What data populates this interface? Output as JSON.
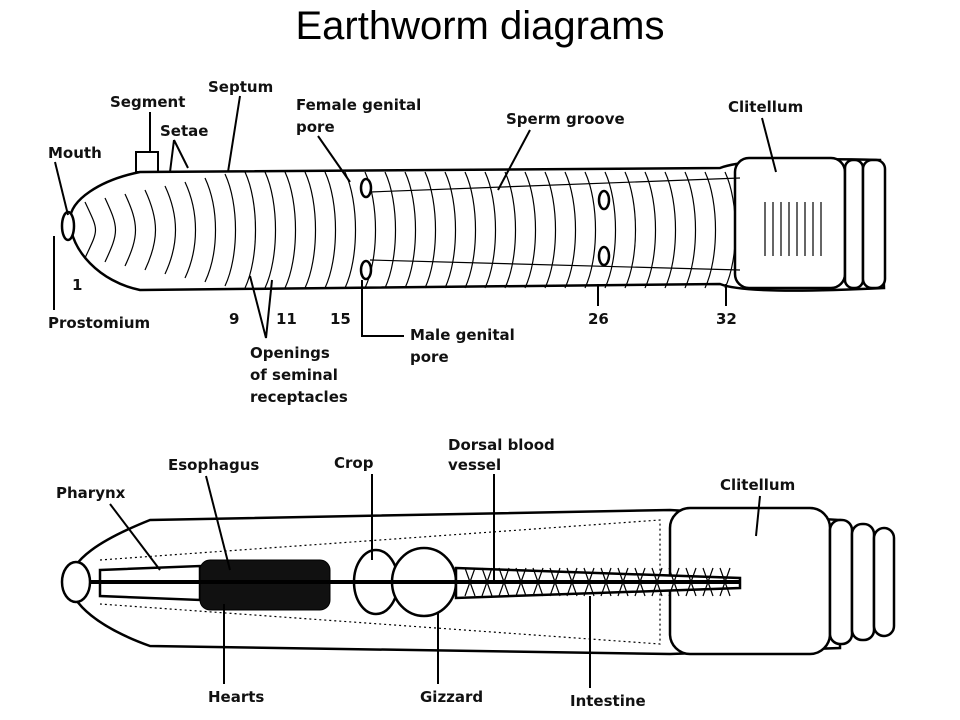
{
  "title": "Earthworm diagrams",
  "external": {
    "labels": {
      "mouth": "Mouth",
      "segment": "Segment",
      "setae": "Setae",
      "septum": "Septum",
      "female_pore_1": "Female genital",
      "female_pore_2": "pore",
      "sperm_groove": "Sperm groove",
      "clitellum": "Clitellum",
      "prostomium": "Prostomium",
      "openings_1": "Openings",
      "openings_2": "of seminal",
      "openings_3": "receptacles",
      "male_pore_1": "Male genital",
      "male_pore_2": "pore"
    },
    "segment_numbers": {
      "n1": "1",
      "n9": "9",
      "n11": "11",
      "n15": "15",
      "n26": "26",
      "n32": "32"
    }
  },
  "internal": {
    "labels": {
      "pharynx": "Pharynx",
      "esophagus": "Esophagus",
      "crop": "Crop",
      "dorsal_1": "Dorsal blood",
      "dorsal_2": "vessel",
      "clitellum": "Clitellum",
      "hearts": "Hearts",
      "gizzard": "Gizzard",
      "intestine": "Intestine"
    }
  }
}
